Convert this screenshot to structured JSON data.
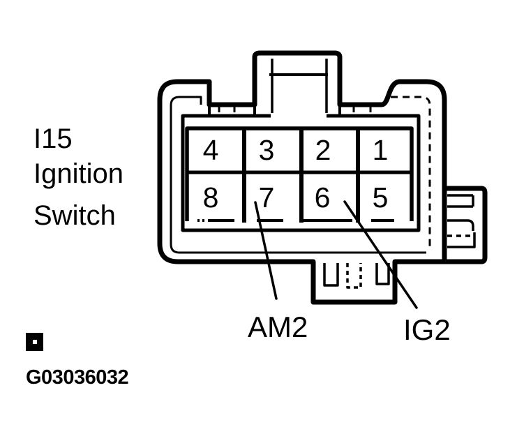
{
  "figure": {
    "connector_label": [
      "I15",
      "Ignition",
      "Switch"
    ],
    "pin_rows": [
      [
        "4",
        "3",
        "2",
        "1"
      ],
      [
        "8",
        "7",
        "6",
        "5"
      ]
    ],
    "terminal_labels": {
      "am2": "AM2",
      "ig2": "IG2"
    },
    "figure_id": "G03036032",
    "colors": {
      "ink": "#000000",
      "paper": "#ffffff"
    }
  }
}
